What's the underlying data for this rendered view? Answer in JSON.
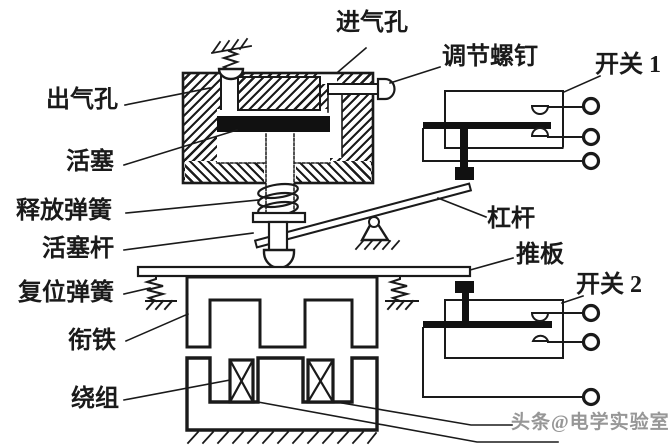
{
  "labels": {
    "air_inlet": "进气孔",
    "adjusting_screw": "调节螺钉",
    "switch1": "开关 1",
    "air_outlet": "出气孔",
    "piston": "活塞",
    "release_spring": "释放弹簧",
    "piston_rod": "活塞杆",
    "lever": "杠杆",
    "push_plate": "推板",
    "reset_spring": "复位弹簧",
    "switch2": "开关 2",
    "armature": "衔铁",
    "winding": "绕组"
  },
  "watermark": "头条@电学实验室",
  "colors": {
    "ink": "#1a1a1a",
    "watermark_gray": "#979797",
    "background": "#ffffff"
  }
}
